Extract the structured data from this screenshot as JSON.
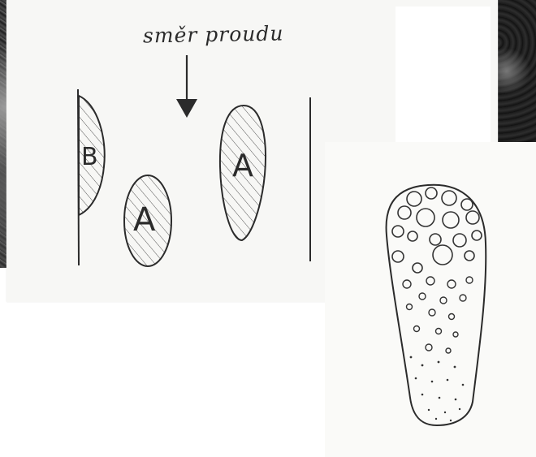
{
  "diagram": {
    "flow_label": "směr proudu",
    "region_labels": {
      "b": "B",
      "a_lower": "A",
      "a_upper": "A"
    },
    "colors": {
      "ink": "#2b2b2b",
      "paper": "#f7f7f5"
    }
  }
}
